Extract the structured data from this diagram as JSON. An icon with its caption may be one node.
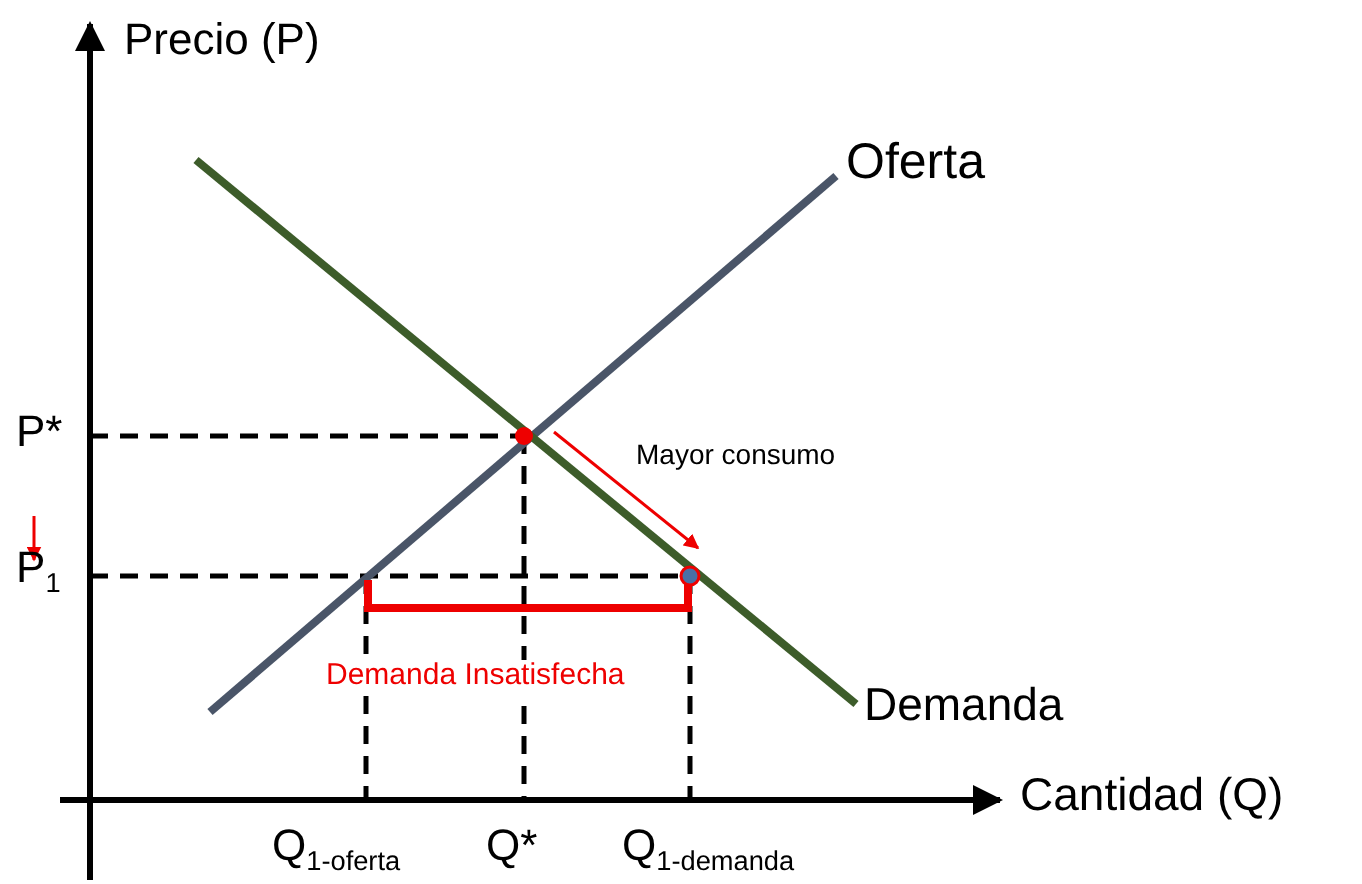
{
  "diagram": {
    "labels": [
      "Precio (P)",
      "Oferta",
      "Mayor consumo",
      "P*",
      "P$_{1}$",
      "Demanda Insatisfecha",
      "Demanda",
      "Cantidad (Q)",
      "Q$_{1-oferta}$",
      "Q*",
      "Q$_{1-demanda}$"
    ]
  }
}
